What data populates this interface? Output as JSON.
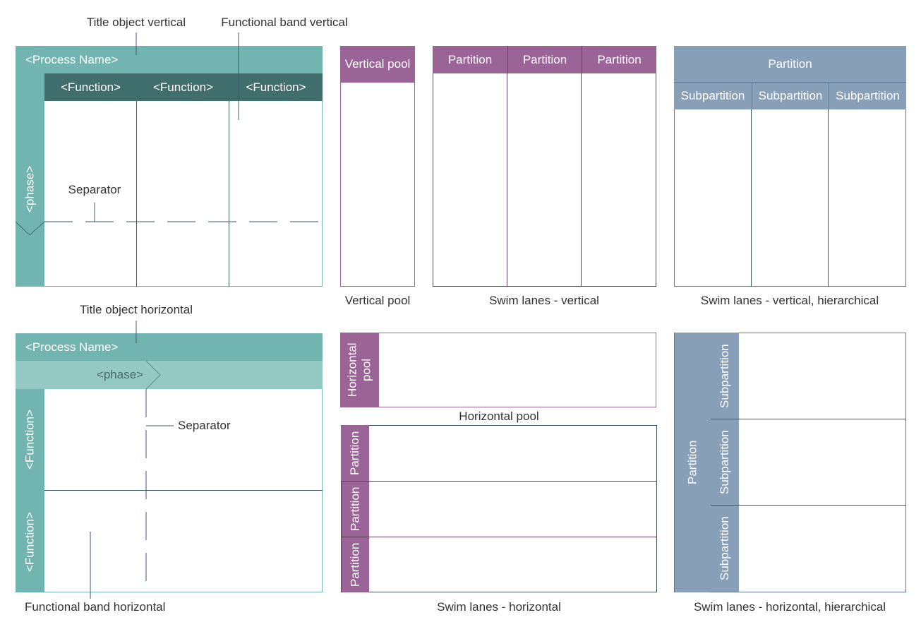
{
  "colors": {
    "teal": "#72b5b0",
    "teal_light": "#93c8c3",
    "teal_dark": "#3f6e6c",
    "purple": "#9b6496",
    "purple_border": "#8a5a86",
    "slate": "#87a0b8",
    "slate_border": "#5d7a94",
    "line_dark": "#3d5a6a"
  },
  "callouts": {
    "title_object_vertical": "Title object vertical",
    "functional_band_vertical": "Functional band vertical",
    "separator_top": "Separator",
    "title_object_horizontal": "Title object horizontal",
    "separator_bottom": "Separator",
    "functional_band_horizontal": "Functional band horizontal"
  },
  "vertical_process": {
    "process_name": "<Process Name>",
    "functions": [
      "<Function>",
      "<Function>",
      "<Function>"
    ],
    "phase": "<phase>"
  },
  "horizontal_process": {
    "process_name": "<Process Name>",
    "phase": "<phase>",
    "functions": [
      "<Function>",
      "<Function>"
    ]
  },
  "vertical_pool": {
    "header": "Vertical pool",
    "caption": "Vertical pool"
  },
  "swim_vertical": {
    "partitions": [
      "Partition",
      "Partition",
      "Partition"
    ],
    "caption": "Swim lanes - vertical"
  },
  "swim_vertical_hier": {
    "partition": "Partition",
    "subpartitions": [
      "Subpartition",
      "Subpartition",
      "Subpartition"
    ],
    "caption": "Swim lanes - vertical, hierarchical"
  },
  "horizontal_pool": {
    "header": "Horizontal pool",
    "caption": "Horizontal pool"
  },
  "swim_horizontal": {
    "partitions": [
      "Partition",
      "Partition",
      "Partition"
    ],
    "caption": "Swim lanes - horizontal"
  },
  "swim_horizontal_hier": {
    "partition": "Partition",
    "subpartitions": [
      "Subpartition",
      "Subpartition",
      "Subpartition"
    ],
    "caption": "Swim lanes - horizontal, hierarchical"
  }
}
